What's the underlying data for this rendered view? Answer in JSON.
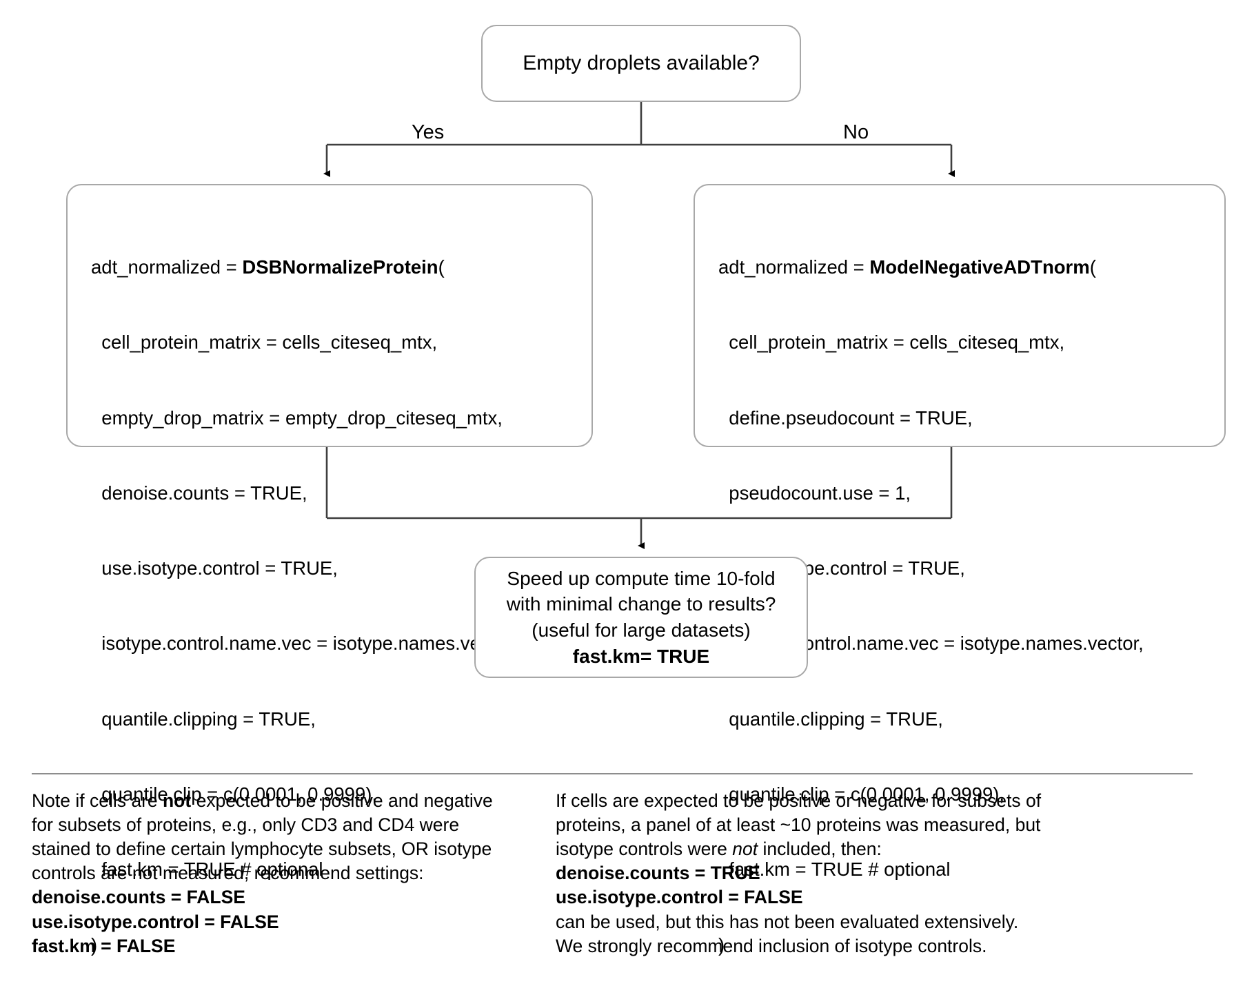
{
  "diagram": {
    "root": {
      "text": "Empty droplets available?"
    },
    "edges": {
      "yes_label": "Yes",
      "no_label": "No"
    },
    "left_box": {
      "assignment": "adt_normalized = ",
      "function": "DSBNormalizeProtein",
      "open_paren": "(",
      "args": [
        "  cell_protein_matrix = cells_citeseq_mtx,",
        "  empty_drop_matrix = empty_drop_citeseq_mtx,",
        "  denoise.counts = TRUE,",
        "  use.isotype.control = TRUE,",
        "  isotype.control.name.vec = isotype.names.vector,",
        "  quantile.clipping = TRUE,",
        "  quantile.clip = c(0.0001, 0.9999),",
        "  fast.km = TRUE # optional"
      ],
      "close_paren": ")"
    },
    "right_box": {
      "assignment": "adt_normalized = ",
      "function": "ModelNegativeADTnorm",
      "open_paren": "(",
      "args": [
        "  cell_protein_matrix = cells_citeseq_mtx,",
        "  define.pseudocount = TRUE,",
        "  pseudocount.use = 1,",
        "  use.isotype.control = TRUE,",
        "  isotype.control.name.vec = isotype.names.vector,",
        "  quantile.clipping = TRUE,",
        "  quantile.clip = c(0.0001, 0.9999),",
        "  fast.km = TRUE # optional"
      ],
      "close_paren": ")"
    },
    "decision": {
      "line1": "Speed up compute time 10-fold",
      "line2": "with minimal change to results?",
      "line3": "(useful for large datasets)",
      "line4": "fast.km= TRUE"
    }
  },
  "notes": {
    "left": {
      "para_pre": "Note if cells are ",
      "para_bold": "not",
      "para_post": " expected to be positive and negative for subsets of proteins, e.g., only CD3 and CD4 were stained to define certain lymphocyte subsets, OR isotype controls are not measured, recommend settings:",
      "settings": [
        "denoise.counts = FALSE",
        "use.isotype.control = FALSE",
        "fast.km = FALSE"
      ]
    },
    "right": {
      "para_pre": "If cells are expected to be positive or negative for subsets of proteins, a panel of at least ~10 proteins was measured, but isotype controls were ",
      "para_italic": "not",
      "para_post": " included, then:",
      "settings": [
        "denoise.counts = TRUE",
        "use.isotype.control = FALSE"
      ],
      "closing1": "can be used, but this has not been evaluated extensively.",
      "closing2": "We strongly recommend inclusion of isotype controls."
    }
  },
  "colors": {
    "box_border": "#a8a8a8",
    "connector": "#3f3f3f",
    "divider": "#8d8d8d",
    "text": "#000000"
  }
}
